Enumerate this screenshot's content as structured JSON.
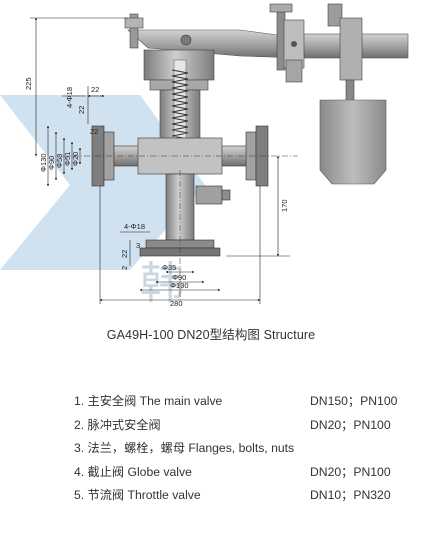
{
  "caption": "GA49H-100  DN20型结构图 Structure",
  "watermark_char": "韩",
  "dimensions": {
    "d225": "225",
    "flange_holes_top": "4-Φ18",
    "d22a": "22",
    "d22b": "22",
    "d22c": "22",
    "d22d": "22",
    "d3": "3",
    "d2": "2",
    "phi130": "Φ130",
    "phi90": "Φ90",
    "phi58": "Φ58",
    "phi51": "Φ51",
    "phi20": "Φ20",
    "d170": "170",
    "flange_holes_bottom": "4-Φ18",
    "phi35": "Φ35",
    "phi90_b": "Φ90",
    "phi130_b": "Φ130",
    "d280": "280"
  },
  "parts": [
    {
      "desc": "1. 主安全阀 The main valve",
      "spec": "DN150；PN100"
    },
    {
      "desc": "2. 脉冲式安全阀",
      "spec": "DN20；PN100"
    },
    {
      "desc": "3. 法兰，螺栓，螺母 Flanges, bolts, nuts",
      "spec": ""
    },
    {
      "desc": "4. 截止阀 Globe valve",
      "spec": "DN20；PN100"
    },
    {
      "desc": "5. 节流阀 Throttle valve",
      "spec": "DN10；PN320"
    }
  ],
  "colors": {
    "metal": "#9e9e9e",
    "metal_dark": "#6f6f6f",
    "metal_light": "#c9c9c9",
    "watermark": "#a9c8e3",
    "line": "#222222"
  }
}
